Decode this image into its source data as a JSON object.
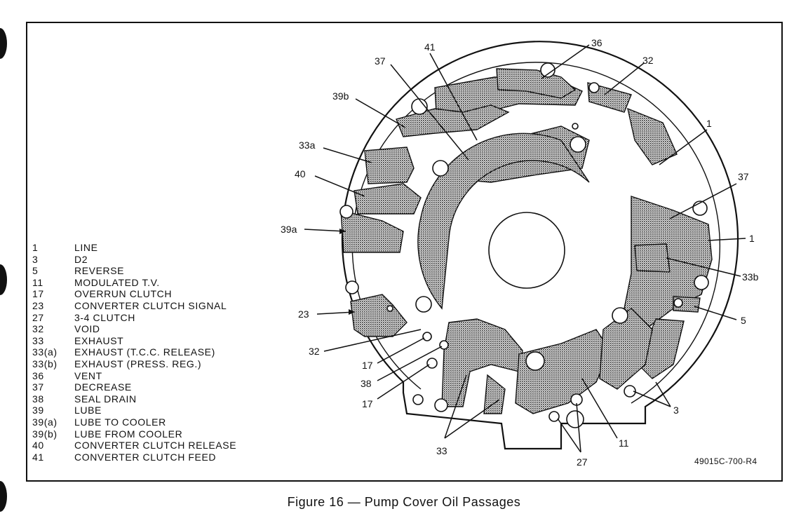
{
  "figure_caption": "Figure 16 — Pump Cover Oil Passages",
  "reference_number": "49015C-700-R4",
  "legend": [
    {
      "code": "1",
      "label": "LINE"
    },
    {
      "code": "3",
      "label": "D2"
    },
    {
      "code": "5",
      "label": "REVERSE"
    },
    {
      "code": "11",
      "label": "MODULATED T.V."
    },
    {
      "code": "17",
      "label": "OVERRUN CLUTCH"
    },
    {
      "code": "23",
      "label": "CONVERTER CLUTCH SIGNAL"
    },
    {
      "code": "27",
      "label": "3-4 CLUTCH"
    },
    {
      "code": "32",
      "label": "VOID"
    },
    {
      "code": "33",
      "label": "EXHAUST"
    },
    {
      "code": "33(a)",
      "label": "EXHAUST (T.C.C. RELEASE)"
    },
    {
      "code": "33(b)",
      "label": "EXHAUST (PRESS. REG.)"
    },
    {
      "code": "36",
      "label": "VENT"
    },
    {
      "code": "37",
      "label": "DECREASE"
    },
    {
      "code": "38",
      "label": "SEAL DRAIN"
    },
    {
      "code": "39",
      "label": "LUBE"
    },
    {
      "code": "39(a)",
      "label": "LUBE TO COOLER"
    },
    {
      "code": "39(b)",
      "label": "LUBE FROM COOLER"
    },
    {
      "code": "40",
      "label": "CONVERTER CLUTCH RELEASE"
    },
    {
      "code": "41",
      "label": "CONVERTER CLUTCH FEED"
    }
  ],
  "callouts": {
    "c41": "41",
    "c36": "36",
    "c37_top": "37",
    "c32_top": "32",
    "c39b": "39b",
    "c1_upper": "1",
    "c33a": "33a",
    "c40": "40",
    "c37_right": "37",
    "c39a": "39a",
    "c1_right": "1",
    "c33b": "33b",
    "c23": "23",
    "c5": "5",
    "c32_bottom": "32",
    "c17_upper": "17",
    "c38": "38",
    "c17_lower": "17",
    "c3": "3",
    "c33": "33",
    "c11": "11",
    "c27": "27"
  }
}
